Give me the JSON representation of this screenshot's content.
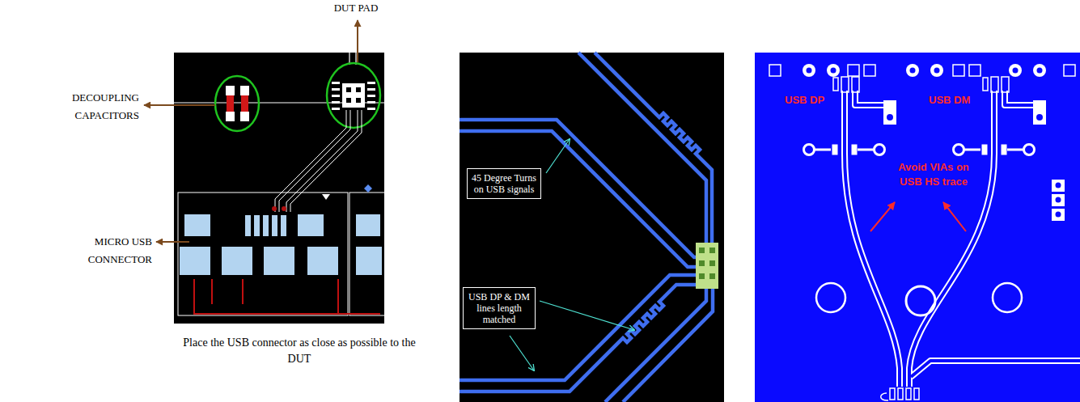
{
  "diagram": {
    "nodes": [
      {
        "text": [
          "45 Degree Turns on USB signals"
        ]
      },
      {
        "text": [
          "USB DP & DM lines length matched"
        ]
      }
    ],
    "labels": [
      "DUT PAD",
      "DECOUPLING CAPACITORS",
      "MICRO USB CONNECTOR",
      "Place the USB connector as close as possible to the DUT",
      "USB DP",
      "USB DM",
      "Avoid VIAs on USB HS trace"
    ]
  }
}
